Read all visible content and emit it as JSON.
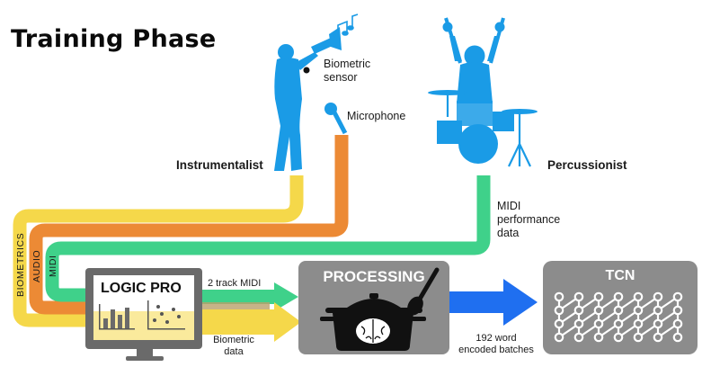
{
  "title": "Training Phase",
  "labels": {
    "biometric_sensor": [
      "Biometric",
      "sensor"
    ],
    "microphone": "Microphone",
    "instrumentalist": "Instrumentalist",
    "percussionist": "Percussionist",
    "midi_performance": [
      "MIDI",
      "performance",
      "data"
    ],
    "biometrics": "BIOMETRICS",
    "audio": "AUDIO",
    "midi": "MIDI",
    "two_track_midi": "2 track MIDI",
    "biometric_data": [
      "Biometric",
      "data"
    ],
    "batches": [
      "192 word",
      "encoded batches"
    ]
  },
  "boxes": {
    "logic_pro": "LOGIC PRO",
    "processing": "PROCESSING",
    "tcn": "TCN"
  },
  "colors": {
    "biometrics_stream": "#f5d84a",
    "audio_stream": "#ec8a35",
    "midi_stream": "#3fd18a",
    "musician_blue": "#1a9be6",
    "arrow_blue": "#1f6ff0",
    "box_gray": "#8c8c8c",
    "monitor_dark": "#6a6a6a"
  },
  "icons": [
    "trumpet-player-icon",
    "music-notes-icon",
    "microphone-icon",
    "drummer-icon",
    "monitor-icon",
    "pot-icon",
    "brain-icon",
    "spoon-icon",
    "neural-net-icon"
  ]
}
